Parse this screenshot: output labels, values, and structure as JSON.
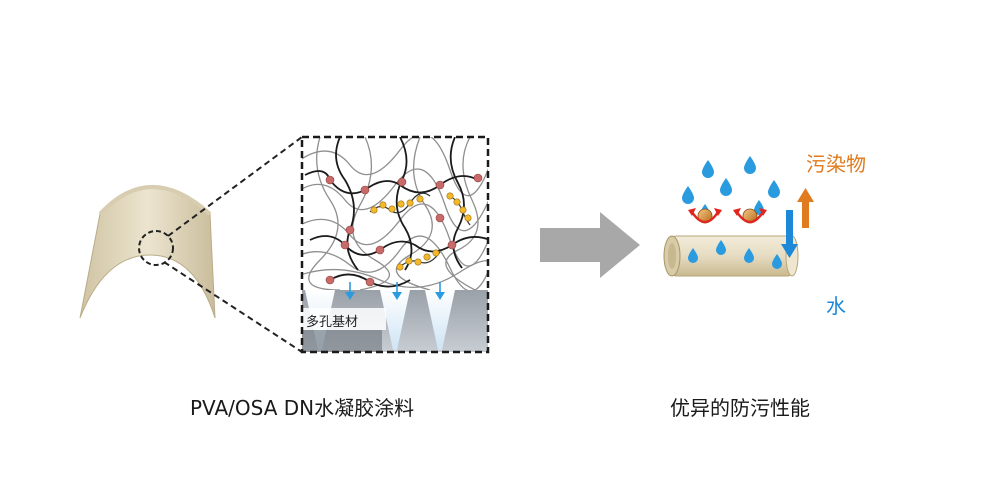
{
  "left_caption": "PVA/OSA DN水凝胶涂料",
  "right_caption": "优异的防污性能",
  "substrate_label": "多孔基材",
  "pollutant_label": "污染物",
  "water_label": "水",
  "colors": {
    "pollutant": "#e07b1f",
    "water": "#1e88d8",
    "crosslink_node": "#c96a6a",
    "coating_beige": "#e6dcc3",
    "arrow_gray": "#a8a8a8",
    "chain_gold": "#f2b92c"
  }
}
